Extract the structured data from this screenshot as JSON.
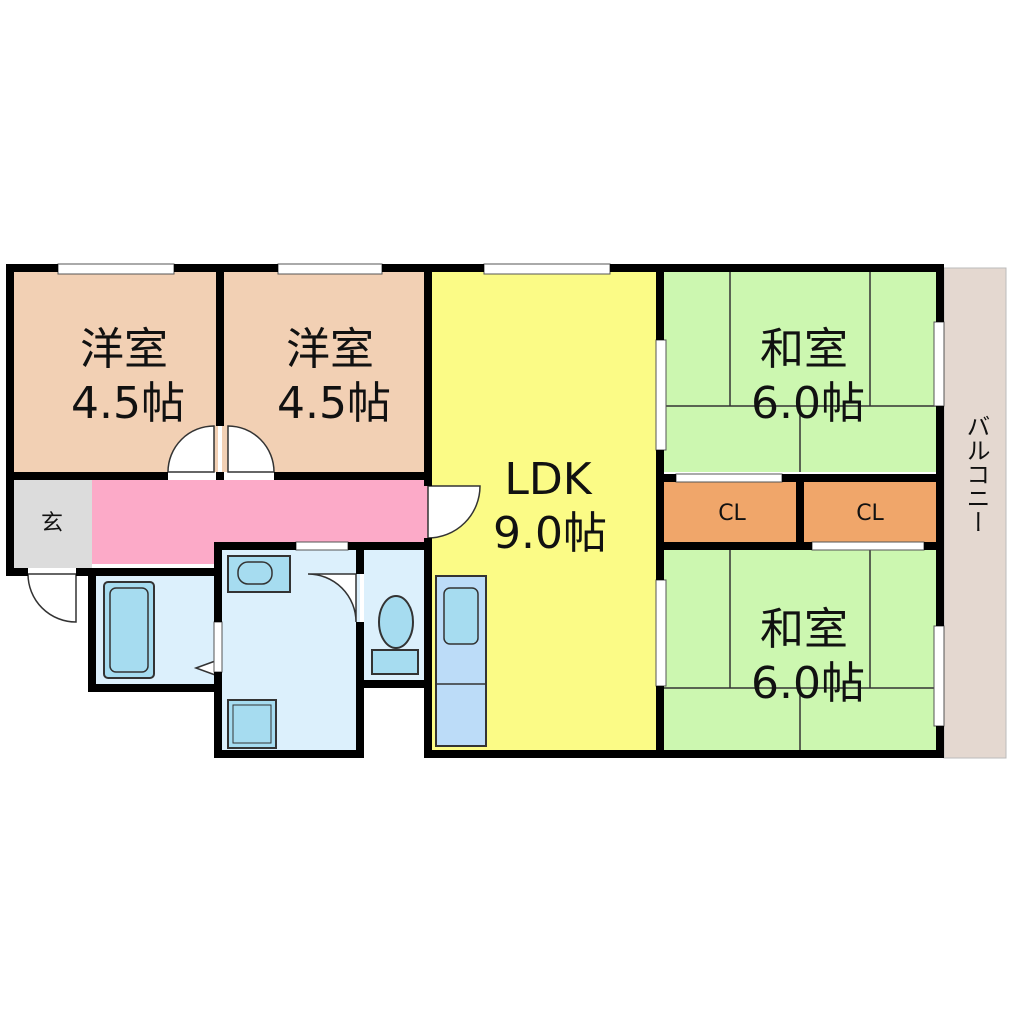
{
  "rooms": {
    "western_1": {
      "name": "洋室",
      "size": "4.5帖"
    },
    "western_2": {
      "name": "洋室",
      "size": "4.5帖"
    },
    "ldk": {
      "name": "LDK",
      "size": "9.0帖"
    },
    "japanese_1": {
      "name": "和室",
      "size": "6.0帖"
    },
    "japanese_2": {
      "name": "和室",
      "size": "6.0帖"
    },
    "closet_1": {
      "name": "CL"
    },
    "closet_2": {
      "name": "CL"
    },
    "entrance": {
      "name": "玄"
    },
    "balcony": {
      "name": "バルコニー"
    }
  },
  "colors": {
    "western": "#f2d0b4",
    "ldk": "#fbfb86",
    "japanese": "#ccf7b0",
    "closet": "#f0a66a",
    "hall": "#fcaac8",
    "wet": "#dcf0fc",
    "fixture": "#a6dcf0",
    "kitchen": "#bcdcf8",
    "entrance": "#dcdcdc",
    "balcony": "#e4d8d0",
    "wall": "#000000"
  }
}
